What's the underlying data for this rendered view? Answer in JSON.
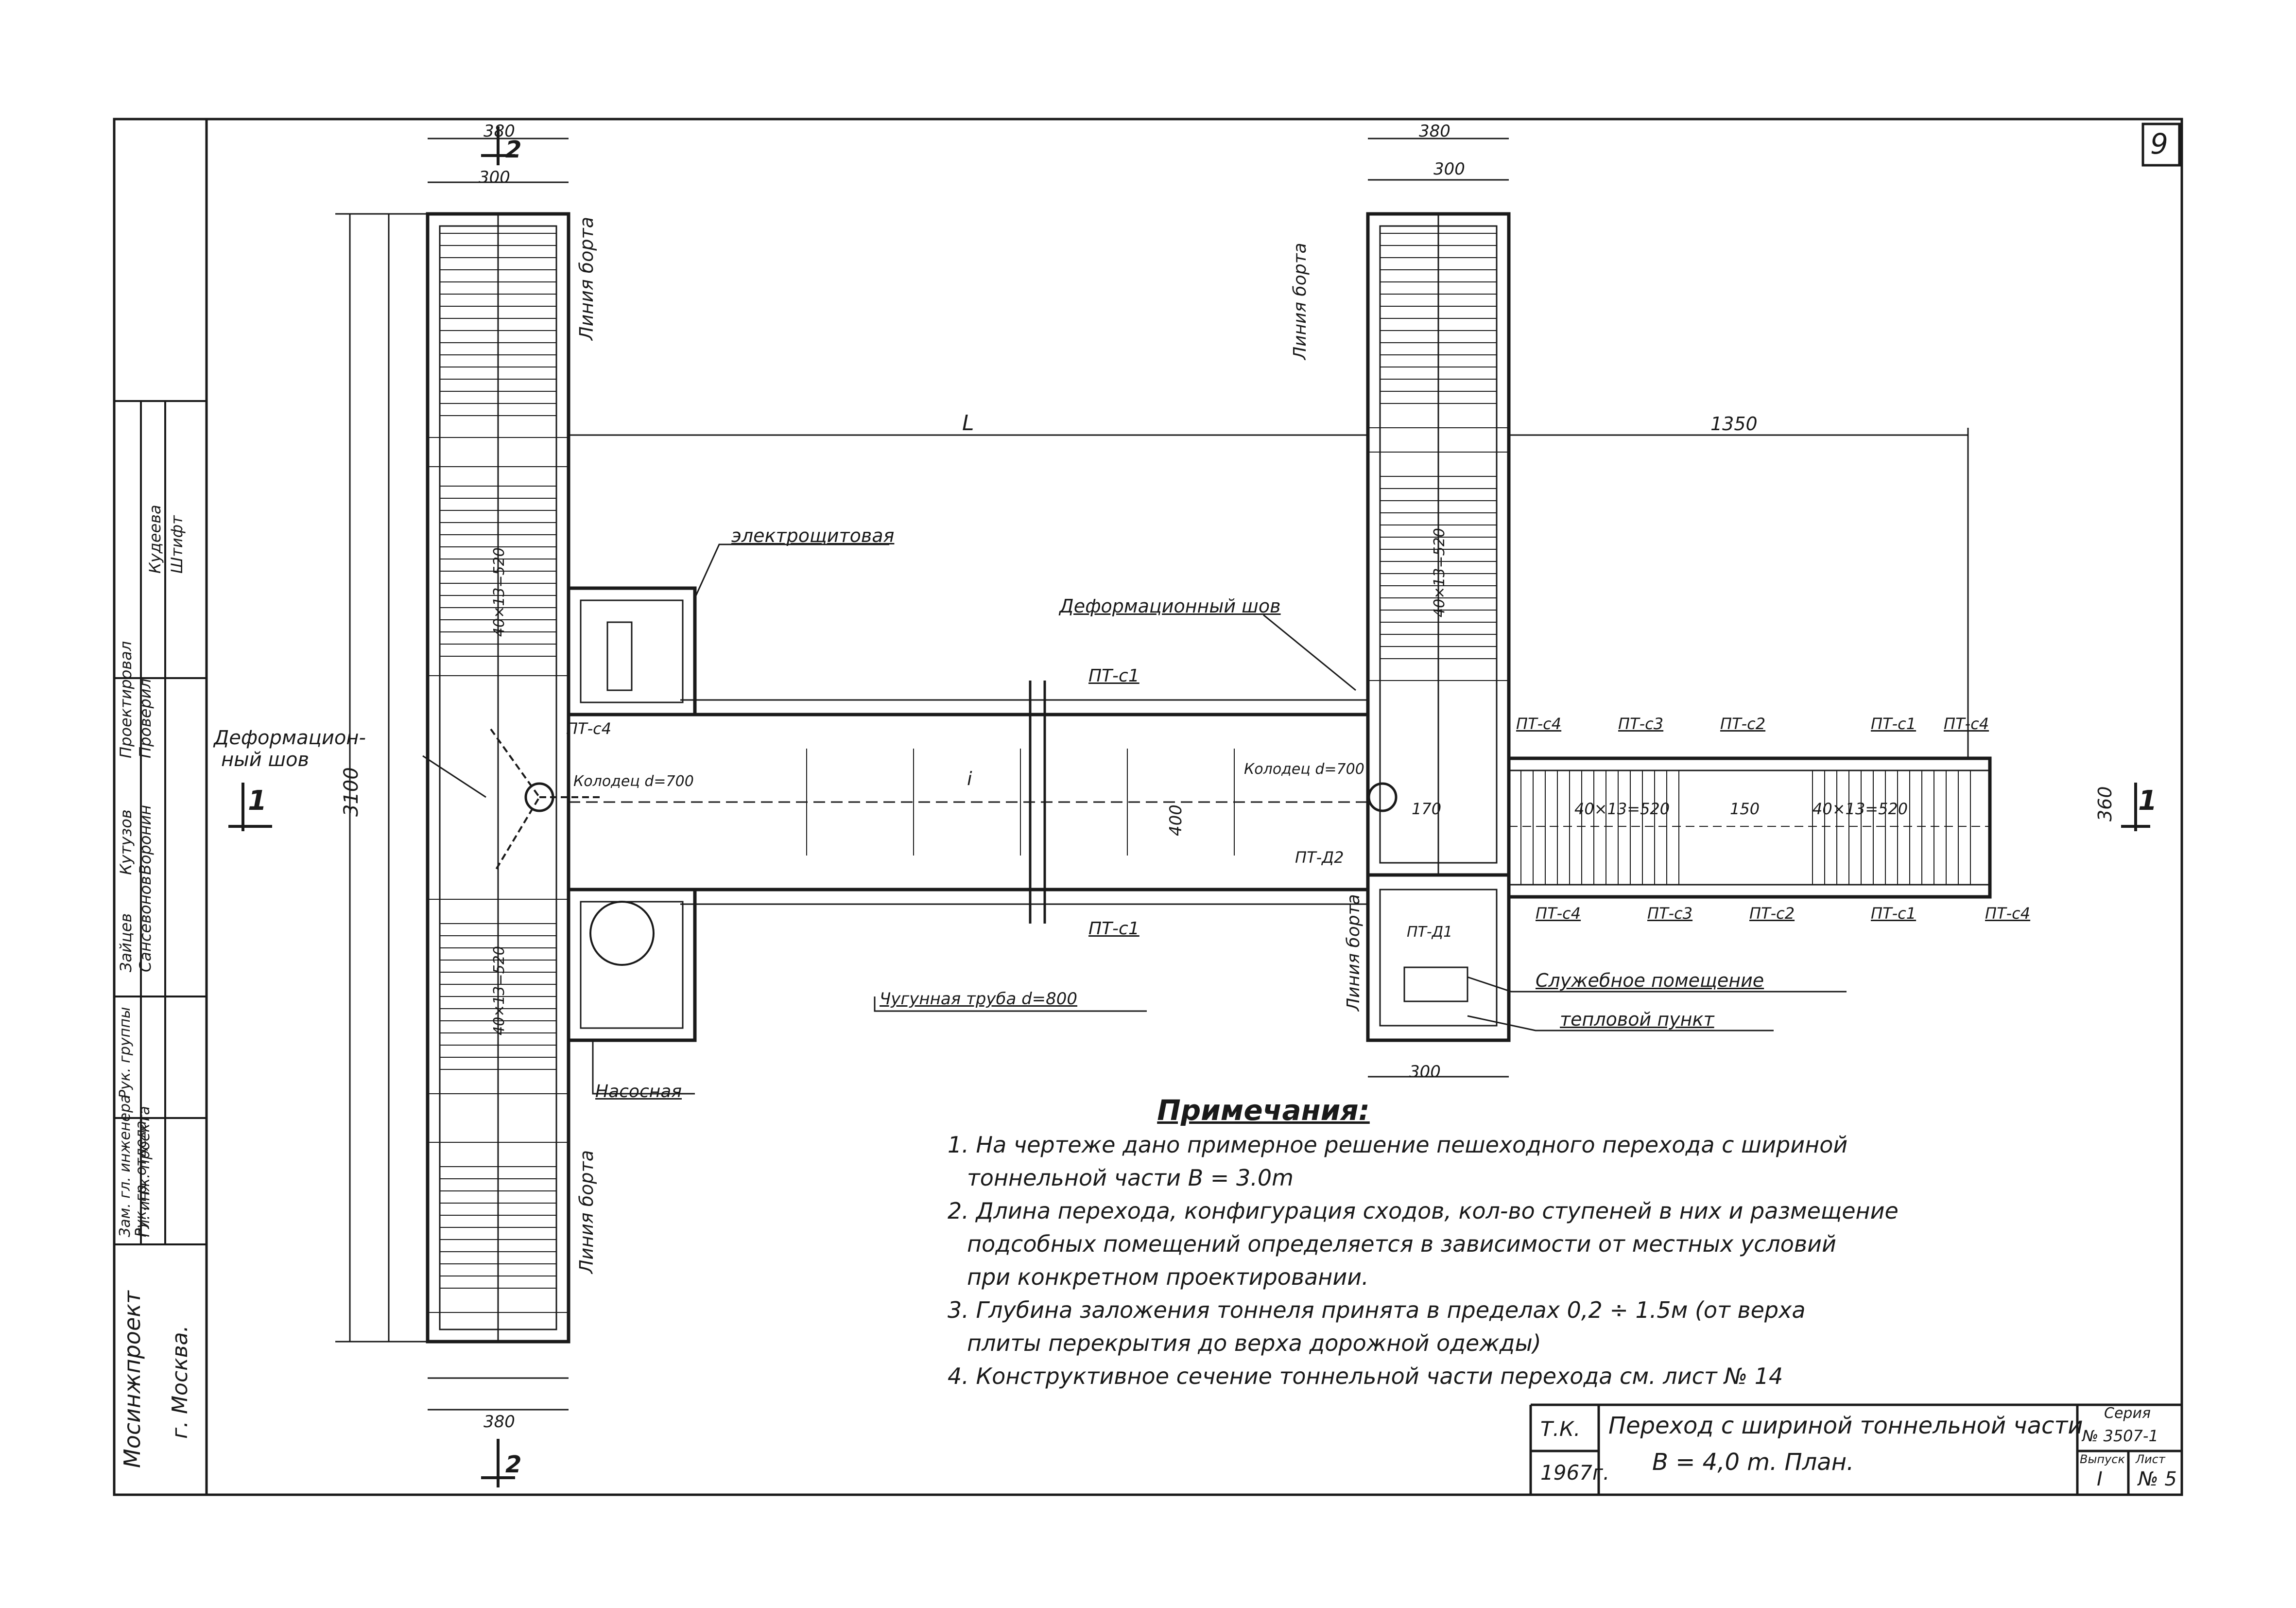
{
  "sheet_number": "9",
  "notes": {
    "title": "Примечания:",
    "items": [
      "1. На чертеже дано примерное решение пешеходного перехода с шириной",
      "тоннельной части B = 3.0m",
      "2. Длина перехода, конфигурация сходов, кол-во ступеней в них и размещение",
      "подсобных помещений определяется в зависимости от местных условий",
      "при конкретном проектировании.",
      "3. Глубина заложения тоннеля принята в пределах 0,2 ÷ 1.5м (от верха",
      "плиты перекрытия до верха дорожной одежды)",
      "4. Конструктивное сечение тоннельной части перехода см. лист № 14"
    ]
  },
  "stamp": {
    "code": "Т.К.",
    "year": "1967г.",
    "title_line1": "Переход с шириной тоннельной части",
    "title_line2": "B = 4,0 m.      План.",
    "series_label": "Серия",
    "series_value": "№ 3507-1",
    "issue_label": "Выпуск",
    "sheet_label": "Лист",
    "issue_value": "I",
    "sheet_value": "№ 5"
  },
  "side_block": {
    "org": "Мосинжпроект",
    "city": "г. Москва.",
    "roles": [
      "Зам. гл. инженера",
      "Рук. гр. отдела",
      "Гл. инж. проекта",
      "Рук. группы"
    ],
    "names": [
      "Зайцев",
      "Сансевонов",
      "Кутузов",
      "Воронин"
    ],
    "roles2": [
      "Проектировал",
      "Проверил"
    ],
    "names2": [
      "Кудеева",
      "Штифт"
    ]
  },
  "labels": {
    "electro": "электрощитовая",
    "def_seam_top": "Деформационный шов",
    "def_seam_left_1": "Деформацион-",
    "def_seam_left_2": "ный шов",
    "well_left": "Колодец d=700",
    "well_right": "Колодец d=700",
    "pipe": "Чугунная труба d=800",
    "pump": "Насосная",
    "service": "Служебное помещение",
    "heat": "тепловой пункт",
    "curb_left_top": "Линия борта",
    "curb_left_bot": "Линия борта",
    "curb_right_top": "Линия борта",
    "curb_right_bot": "Линия борта",
    "L": "L",
    "dim_1350": "1350",
    "dim_380": "380",
    "dim_300": "300",
    "dim_3100": "3100",
    "dim_360": "360",
    "dim_400": "400",
    "dim_170": "170",
    "dim_150": "150",
    "stairs_520": "40×13=520",
    "section_1": "1",
    "section_2": "2",
    "pt_c1": "ПТ-с1",
    "pt_c2": "ПТ-с2",
    "pt_c3": "ПТ-с3",
    "pt_c4": "ПТ-с4",
    "pt_d1": "ПТ-Д1",
    "pt_d2": "ПТ-Д2",
    "i_mark": "i"
  }
}
